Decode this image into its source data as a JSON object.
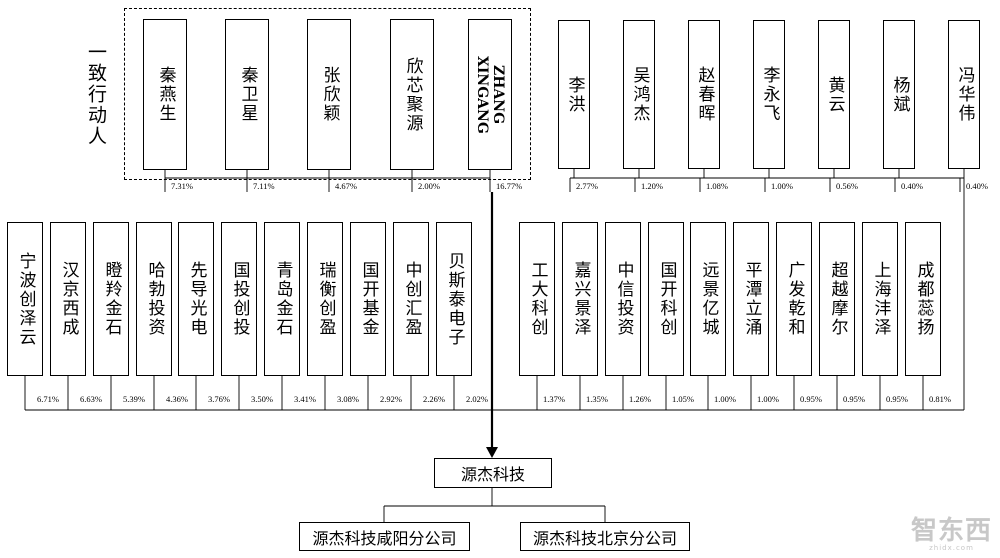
{
  "group_label": "一致行动人",
  "concert_parties": [
    {
      "name": "秦燕生",
      "pct": "7.31%"
    },
    {
      "name": "秦卫星",
      "pct": "7.11%"
    },
    {
      "name": "张欣颖",
      "pct": "4.67%"
    },
    {
      "name": "欣芯聚源",
      "pct": "2.00%"
    },
    {
      "name": "ZHANG\nXINGANG",
      "pct": "16.77%"
    }
  ],
  "top_right_holders": [
    {
      "name": "李洪",
      "pct": "2.77%"
    },
    {
      "name": "吴鸿杰",
      "pct": "1.20%"
    },
    {
      "name": "赵春晖",
      "pct": "1.08%"
    },
    {
      "name": "李永飞",
      "pct": "1.00%"
    },
    {
      "name": "黄云",
      "pct": "0.56%"
    },
    {
      "name": "杨斌",
      "pct": "0.40%"
    },
    {
      "name": "冯华伟",
      "pct": "0.40%"
    }
  ],
  "left_institutions": [
    {
      "name": "宁波创泽云",
      "pct": "6.71%"
    },
    {
      "name": "汉京西成",
      "pct": "6.63%"
    },
    {
      "name": "瞪羚金石",
      "pct": "5.39%"
    },
    {
      "name": "哈勃投资",
      "pct": "4.36%"
    },
    {
      "name": "先导光电",
      "pct": "3.76%"
    },
    {
      "name": "国投创投",
      "pct": "3.50%"
    },
    {
      "name": "青岛金石",
      "pct": "3.41%"
    },
    {
      "name": "瑞衡创盈",
      "pct": "3.08%"
    },
    {
      "name": "国开基金",
      "pct": "2.92%"
    },
    {
      "name": "中创汇盈",
      "pct": "2.26%"
    },
    {
      "name": "贝斯泰电子",
      "pct": "2.02%"
    }
  ],
  "right_institutions": [
    {
      "name": "工大科创",
      "pct": "1.37%"
    },
    {
      "name": "嘉兴景泽",
      "pct": "1.35%"
    },
    {
      "name": "中信投资",
      "pct": "1.26%"
    },
    {
      "name": "国开科创",
      "pct": "1.05%"
    },
    {
      "name": "远景亿城",
      "pct": "1.00%"
    },
    {
      "name": "平潭立涌",
      "pct": "1.00%"
    },
    {
      "name": "广发乾和",
      "pct": "0.95%"
    },
    {
      "name": "超越摩尔",
      "pct": "0.95%"
    },
    {
      "name": "上海沣泽",
      "pct": "0.95%"
    },
    {
      "name": "成都蕊扬",
      "pct": "0.81%"
    }
  ],
  "company": "源杰科技",
  "branches": [
    "源杰科技咸阳分公司",
    "源杰科技北京分公司"
  ],
  "watermark": {
    "main": "智东西",
    "sub": "zhidx.com"
  }
}
